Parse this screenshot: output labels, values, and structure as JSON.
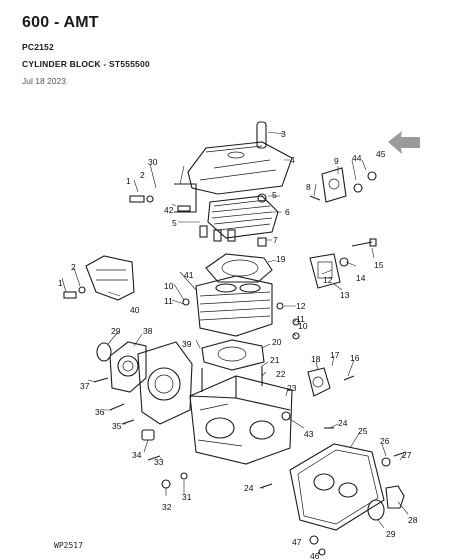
{
  "header": {
    "title": "600 - AMT",
    "part_code": "PC2152",
    "section": "CYLINDER BLOCK - ST555500",
    "date": "Jul 18 2023"
  },
  "diagram": {
    "code": "WP2517",
    "arrow_color": "#9a9a9a",
    "callouts": [
      "1",
      "1",
      "2",
      "2",
      "3",
      "4",
      "5",
      "5",
      "6",
      "7",
      "8",
      "9",
      "10",
      "10",
      "11",
      "11",
      "12",
      "12",
      "13",
      "14",
      "15",
      "16",
      "17",
      "18",
      "19",
      "20",
      "21",
      "22",
      "23",
      "24",
      "24",
      "25",
      "26",
      "27",
      "28",
      "29",
      "29",
      "30",
      "31",
      "32",
      "33",
      "34",
      "35",
      "36",
      "37",
      "38",
      "39",
      "40",
      "41",
      "42",
      "43",
      "44",
      "45",
      "46",
      "47"
    ]
  }
}
